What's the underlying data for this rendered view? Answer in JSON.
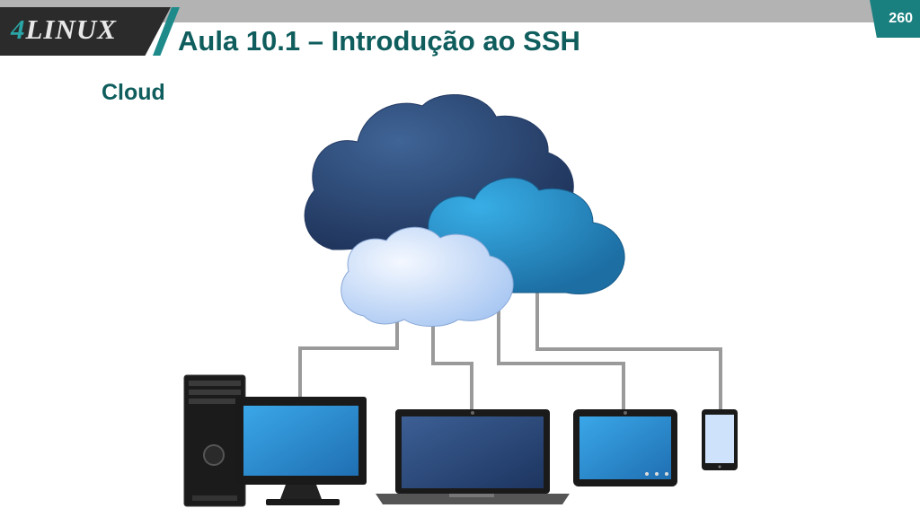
{
  "header": {
    "logo_prefix": "4",
    "logo_text": "LINUX",
    "title": "Aula 10.1 – Introdução ao SSH",
    "page_number": "260"
  },
  "content": {
    "subtitle": "Cloud"
  },
  "illustration": {
    "clouds": [
      "dark-navy",
      "medium-blue",
      "light-blue"
    ],
    "devices": [
      "desktop-tower",
      "monitor",
      "laptop",
      "tablet",
      "smartphone"
    ],
    "colors": {
      "accent": "#1a7f7f",
      "title": "#0f5d5d",
      "cloud_dark": "#2c4a7a",
      "cloud_mid": "#2f8fc4",
      "cloud_light": "#c9dcf7",
      "screen_blue": "#2a8fd0"
    }
  }
}
